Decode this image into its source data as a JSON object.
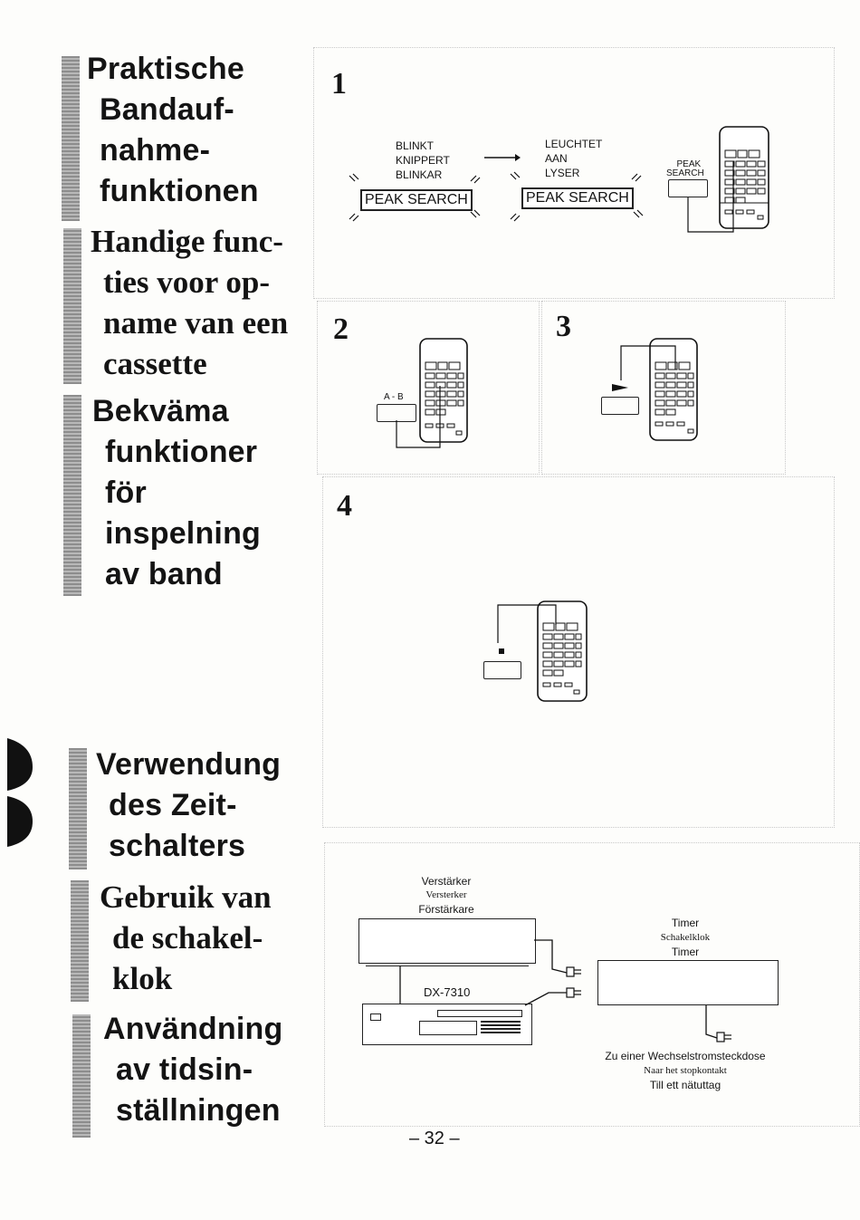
{
  "sections": {
    "recording": {
      "german": [
        "Praktische",
        "Bandauf-",
        "nahme-",
        "funktionen"
      ],
      "dutch": [
        "Handige func-",
        "ties voor op-",
        "name van een",
        "cassette"
      ],
      "swedish": [
        "Bekväma",
        "funktioner",
        "för",
        "inspelning",
        "av band"
      ]
    },
    "timer": {
      "german": [
        "Verwendung",
        "des Zeit-",
        "schalters"
      ],
      "dutch": [
        "Gebruik van",
        "de schakel-",
        "klok"
      ],
      "swedish": [
        "Användning",
        "av tidsin-",
        "ställningen"
      ]
    }
  },
  "steps": {
    "s1": "1",
    "s2": "2",
    "s3": "3",
    "s4": "4"
  },
  "step1": {
    "blink_labels": [
      "BLINKT",
      "KNIPPERT",
      "BLINKAR"
    ],
    "lit_labels": [
      "LEUCHTET",
      "AAN",
      "LYSER"
    ],
    "display_text": "PEAK SEARCH",
    "button_label": [
      "PEAK",
      "SEARCH"
    ]
  },
  "step2": {
    "button_label": "A - B"
  },
  "step3": {
    "button_symbol": "play"
  },
  "step4": {
    "button_symbol": "stop"
  },
  "timer_diagram": {
    "amplifier": [
      "Verstärker",
      "Versterker",
      "Förstärkare"
    ],
    "timer": [
      "Timer",
      "Schakelklok",
      "Timer"
    ],
    "deck_model": "DX-7310",
    "outlet": [
      "Zu einer Wechselstromsteckdose",
      "Naar het stopkontakt",
      "Till ett nätuttag"
    ]
  },
  "page_number": "– 32 –"
}
